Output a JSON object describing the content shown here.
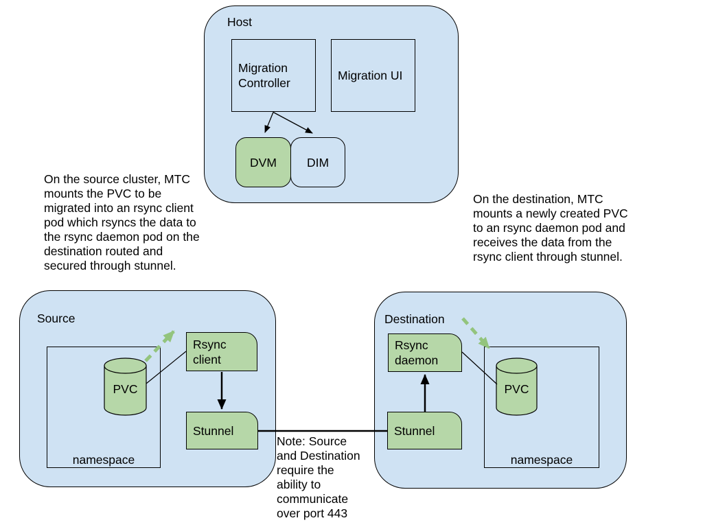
{
  "host": {
    "label": "Host",
    "controller": "Migration\nController",
    "ui": "Migration UI",
    "dvm": "DVM",
    "dim": "DIM"
  },
  "source": {
    "label": "Source",
    "namespace": "namespace",
    "pvc": "PVC",
    "rsync_client": "Rsync\nclient",
    "stunnel": "Stunnel"
  },
  "destination": {
    "label": "Destination",
    "namespace": "namespace",
    "pvc": "PVC",
    "rsync_daemon": "Rsync\ndaemon",
    "stunnel": "Stunnel"
  },
  "annotations": {
    "source_note": "On the source cluster, MTC\nmounts the PVC to be\nmigrated into an rsync client\npod which rsyncs the data to\nthe rsync daemon pod on the\ndestination routed and\nsecured through stunnel.",
    "destination_note": "On the destination, MTC\nmounts a newly created PVC\nto an rsync daemon pod and\nreceives the data from the\nrsync client through stunnel.",
    "port_note": "Note: Source\nand Destination\nrequire the\nability to\ncommunicate\nover port 443"
  },
  "colors": {
    "cluster_fill": "#cfe2f3",
    "component_fill": "#b6d7a8",
    "dashed_arrow": "#93c47d",
    "line": "#000000"
  }
}
